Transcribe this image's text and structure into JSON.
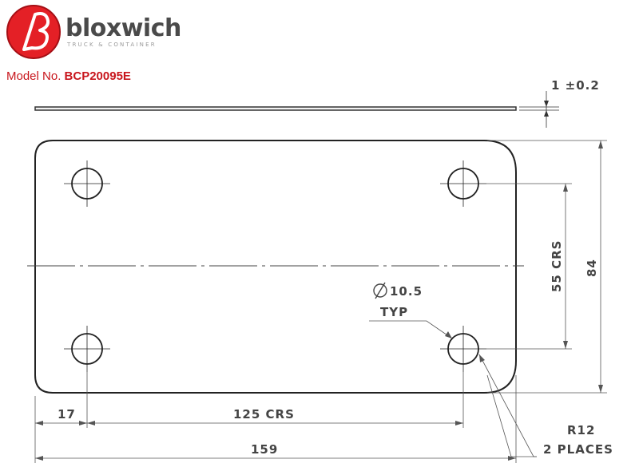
{
  "brand": {
    "name": "bloxwich",
    "tagline": "TRUCK & CONTAINER",
    "color": "#c8161d"
  },
  "model": {
    "label": "Model No.",
    "number": "BCP20095E"
  },
  "dimensions": {
    "thickness": "1 ±0.2",
    "height": "84",
    "hole_spacing_vertical": "55 CRS",
    "hole_diameter": "10.5",
    "hole_note": "TYP",
    "edge_offset": "17",
    "hole_spacing_horizontal": "125 CRS",
    "overall_width": "159",
    "corner_radius": "R12",
    "corner_note": "2 PLACES"
  }
}
